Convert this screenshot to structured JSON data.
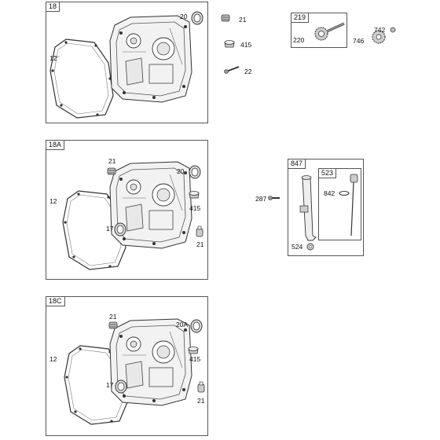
{
  "panels": {
    "p18": {
      "id": "18"
    },
    "p18a": {
      "id": "18A"
    },
    "p18c": {
      "id": "18C"
    },
    "p219": {
      "id": "219"
    },
    "p847": {
      "id": "847"
    },
    "p523": {
      "id": "523"
    }
  },
  "labels": {
    "p18": {
      "gasket": "12",
      "seal": "20",
      "breather": "21",
      "plug": "415",
      "screw": "22"
    },
    "p18a": {
      "gasket": "12",
      "breather": "21",
      "seal": "20",
      "plug": "415",
      "seal17": "17",
      "cap": "21"
    },
    "p18c": {
      "gasket": "12",
      "breather": "21",
      "seal": "20A",
      "plug": "415",
      "seal17": "17",
      "cap": "21"
    },
    "p219": {
      "gear": "220",
      "shaft_part": "742",
      "gear746": "746"
    },
    "p847": {
      "screw": "287",
      "oring": "524",
      "seal842": "842"
    }
  }
}
